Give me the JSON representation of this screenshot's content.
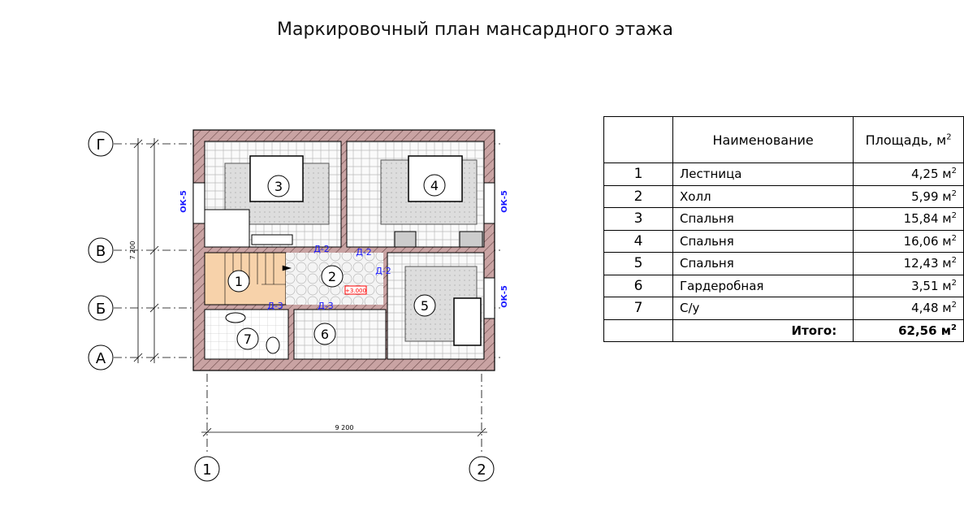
{
  "title": "Маркировочный план мансардного этажа",
  "axes": {
    "rows": [
      "Г",
      "В",
      "Б",
      "А"
    ],
    "cols": [
      "1",
      "2"
    ]
  },
  "dims": {
    "vertical": "7 200",
    "horizontal": "9 200"
  },
  "windows": {
    "left": "ОК-5",
    "right_top": "ОК-5",
    "right_bottom": "ОК-5"
  },
  "doors": [
    "Д-2",
    "Д-2",
    "Д-2",
    "Д-3",
    "Д-3"
  ],
  "level_mark": "+3.000",
  "rooms": [
    "1",
    "2",
    "3",
    "4",
    "5",
    "6",
    "7"
  ],
  "table": {
    "header": {
      "name": "Наименование",
      "area": "Площадь, м",
      "sup": "2"
    },
    "unit": "м",
    "unit_sup": "2",
    "rows": [
      {
        "n": "1",
        "name": "Лестница",
        "area": "4,25"
      },
      {
        "n": "2",
        "name": "Холл",
        "area": "5,99"
      },
      {
        "n": "3",
        "name": "Спальня",
        "area": "15,84"
      },
      {
        "n": "4",
        "name": "Спальня",
        "area": "16,06"
      },
      {
        "n": "5",
        "name": "Спальня",
        "area": "12,43"
      },
      {
        "n": "6",
        "name": "Гардеробная",
        "area": "3,51"
      },
      {
        "n": "7",
        "name": "С/у",
        "area": "4,48"
      }
    ],
    "total_label": "Итого:",
    "total": "62,56"
  },
  "colors": {
    "wall": "#c9a3a3",
    "stair": "#f7d2aa",
    "door_label": "#1a1aff",
    "mark": "#ff0000"
  }
}
